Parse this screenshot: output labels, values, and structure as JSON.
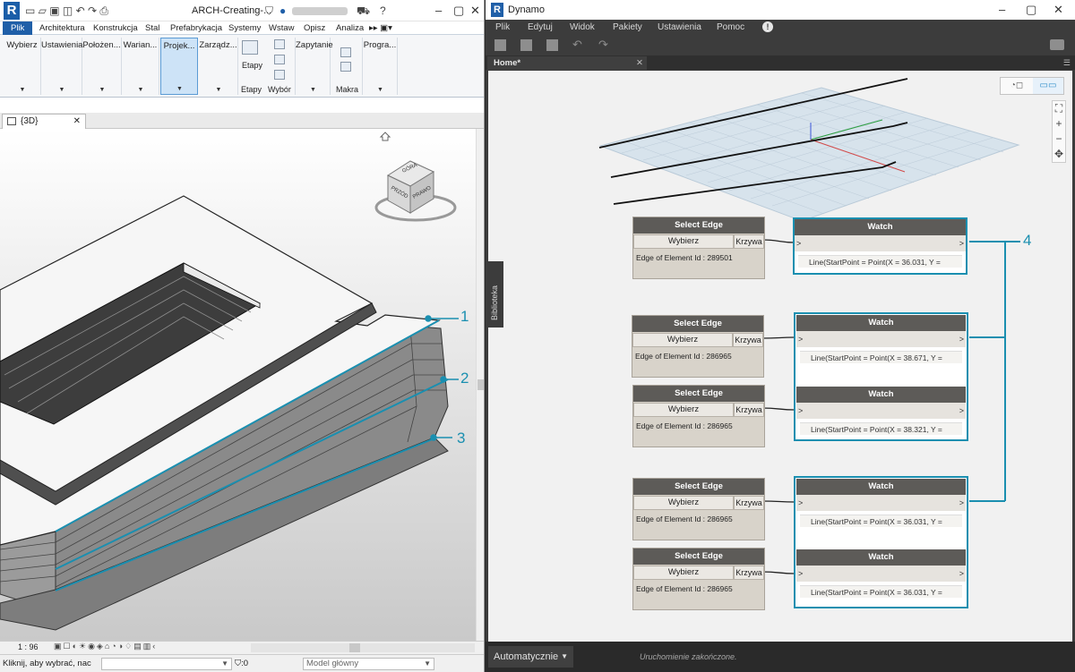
{
  "revit": {
    "logo_letter": "R",
    "document_title": "ARCH-Creating-...",
    "ribbon_tabs": [
      "Plik",
      "Architektura",
      "Konstrukcja",
      "Stal",
      "Prefabrykacja",
      "Systemy",
      "Wstaw",
      "Opisz",
      "Analiza"
    ],
    "ribbon_buttons": [
      "Wybierz",
      "Ustawienia",
      "Położen...",
      "Warian...",
      "Projek...",
      "Zarządz...",
      "Etapy",
      "Zapytanie",
      "Progra..."
    ],
    "ribbon_sub_labels": {
      "etapy": "Etapy",
      "wybor": "Wybór",
      "makra": "Makra"
    },
    "view_tab": "{3D}",
    "viewcube": {
      "top": "GÓRA",
      "front": "PRZÓD",
      "right": "PRAWO"
    },
    "scale": "1 : 96",
    "status_message": "Kliknij, aby wybrać, nac",
    "selection_count": ":0",
    "model": "Model główny",
    "callouts": [
      "1",
      "2",
      "3"
    ]
  },
  "dynamo": {
    "logo_letter": "R",
    "title": "Dynamo",
    "menu": [
      "Plik",
      "Edytuj",
      "Widok",
      "Pakiety",
      "Ustawienia",
      "Pomoc"
    ],
    "workspace_tab": "Home*",
    "library_label": "Biblioteka",
    "run_mode": "Automatycznie",
    "run_status": "Uruchomienie zakończone.",
    "callout": "4",
    "select_edge_nodes": [
      {
        "title": "Select Edge",
        "button": "Wybierz",
        "output": "Krzywa",
        "info": "Edge of Element Id : 289501"
      },
      {
        "title": "Select Edge",
        "button": "Wybierz",
        "output": "Krzywa",
        "info": "Edge of Element Id : 286965"
      },
      {
        "title": "Select Edge",
        "button": "Wybierz",
        "output": "Krzywa",
        "info": "Edge of Element Id : 286965"
      },
      {
        "title": "Select Edge",
        "button": "Wybierz",
        "output": "Krzywa",
        "info": "Edge of Element Id : 286965"
      },
      {
        "title": "Select Edge",
        "button": "Wybierz",
        "output": "Krzywa",
        "info": "Edge of Element Id : 286965"
      }
    ],
    "watch_nodes": [
      {
        "title": "Watch",
        "in": ">",
        "out": ">",
        "value": "Line(StartPoint = Point(X = 36.031, Y ="
      },
      {
        "title": "Watch",
        "in": ">",
        "out": ">",
        "value": "Line(StartPoint = Point(X = 38.671, Y ="
      },
      {
        "title": "Watch",
        "in": ">",
        "out": ">",
        "value": "Line(StartPoint = Point(X = 38.321, Y ="
      },
      {
        "title": "Watch",
        "in": ">",
        "out": ">",
        "value": "Line(StartPoint = Point(X = 36.031, Y ="
      },
      {
        "title": "Watch",
        "in": ">",
        "out": ">",
        "value": "Line(StartPoint = Point(X = 36.031, Y ="
      }
    ]
  },
  "colors": {
    "callout": "#1a8fb0",
    "revit_brand": "#1f5fa8",
    "dynamo_dark": "#3c3c3c",
    "node_header": "#5d5b58"
  }
}
